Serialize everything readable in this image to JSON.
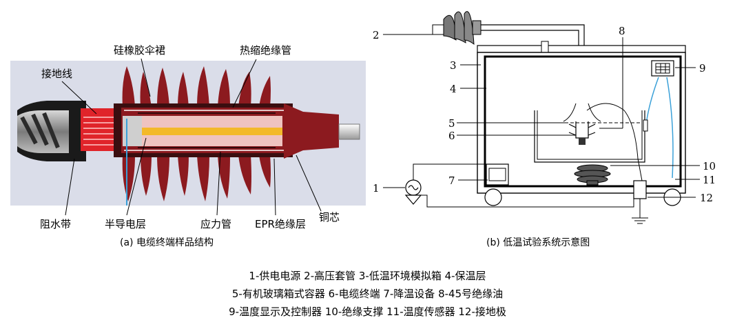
{
  "figure_a": {
    "caption": "(a) 电缆终端样品结构",
    "labels": {
      "silicone_sheds": "硅橡胶伞裙",
      "heat_shrink_tube": "热缩绝缘管",
      "ground_wire": "接地线",
      "water_blocking_tape": "阻水带",
      "semiconducting_layer": "半导电层",
      "stress_tube": "应力管",
      "epr_insulation": "EPR绝缘层",
      "copper_core": "铜芯"
    }
  },
  "figure_b": {
    "caption": "(b) 低温试验系统示意图",
    "numbers": [
      "1",
      "2",
      "3",
      "4",
      "5",
      "6",
      "7",
      "8",
      "9",
      "10",
      "11",
      "12"
    ]
  },
  "legend": {
    "line1": "1-供电电源 2-高压套管 3-低温环境模拟箱 4-保温层",
    "line2": "5-有机玻璃箱式容器 6-电缆终端 7-降温设备 8-45号绝缘油",
    "line3": "9-温度显示及控制器 10-绝缘支撑 11-温度传感器 12-接地极"
  },
  "colors": {
    "shed": "#8c1a1f",
    "jacket_dark": "#1a1a1a",
    "ground_red": "#e0242a",
    "insulation_pink": "#efc3c0",
    "core_yellow": "#f3b92a",
    "semi_blue": "#3aa0d8"
  }
}
